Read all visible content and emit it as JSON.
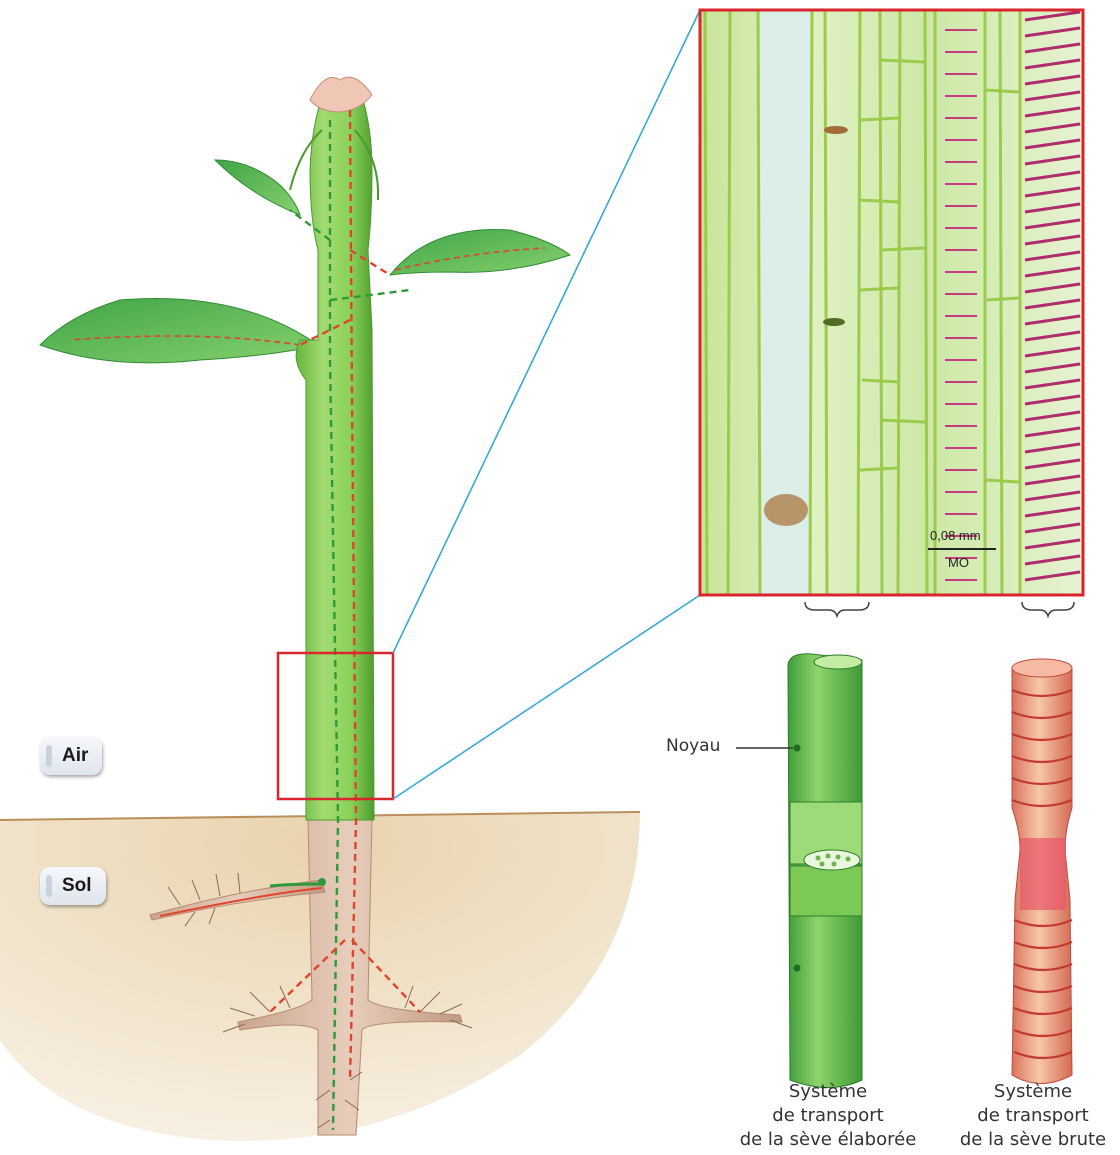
{
  "labels": {
    "air": "Air",
    "sol": "Sol",
    "noyau": "Noyau",
    "scale": "0,08 mm",
    "microscope": "MO"
  },
  "captions": {
    "elaboree": [
      "Système",
      "de transport",
      "de la sève élaborée"
    ],
    "brute": [
      "Système",
      "de transport",
      "de la sève brute"
    ]
  },
  "colors": {
    "phloem": "#2f9a3a",
    "xylem": "#e0442c",
    "stem": "#86cf55",
    "soil": "#d9c29a",
    "zoom_box": "#d8262c",
    "zoom_lines": "#36a9d6"
  }
}
